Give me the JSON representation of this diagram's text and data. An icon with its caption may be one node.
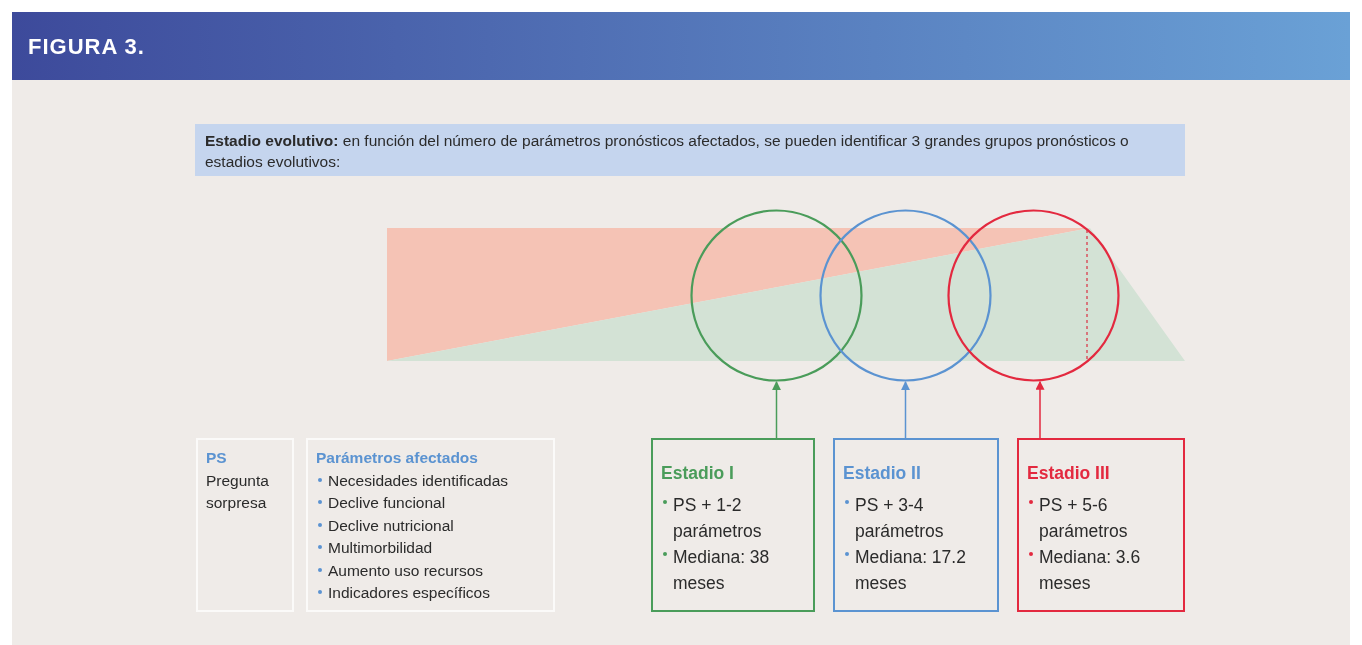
{
  "diagram": {
    "title": "FIGURA 3.",
    "nodes": [
      {
        "text": [
          "**Estadio evolutivo:** en función del número de parámetros pronósticos afectados, se pueden identificar 3 grandes grupos pronósticos o estadios evolutivos:"
        ]
      },
      {
        "text": [],
        "shape": "circle"
      },
      {
        "text": [],
        "shape": "circle"
      },
      {
        "text": [],
        "shape": "circle"
      },
      {
        "text": [
          "Estadio I",
          "PS + 1-2 parámetros",
          "Mediana: 38 meses"
        ]
      },
      {
        "text": [
          "Estadio II",
          "PS + 3-4 parámetros",
          "Mediana: 17.2 meses"
        ]
      },
      {
        "text": [
          "Estadio III",
          "PS + 5-6 parámetros",
          "Mediana: 3.6 meses"
        ]
      },
      {
        "text": [
          "PS",
          "Pregunta sorpresa"
        ]
      },
      {
        "text": [
          "Parámetros afectados",
          "Necesidades identificadas",
          "Declive funcional",
          "Declive nutricional",
          "Multimorbilidad",
          "Aumento uso recursos",
          "Indicadores específicos"
        ]
      }
    ],
    "edges": [
      {
        "from": 4,
        "to": 1,
        "arrow": "to",
        "color": "#4a9c5a"
      },
      {
        "from": 5,
        "to": 2,
        "arrow": "to",
        "color": "#5b93d1"
      },
      {
        "from": 6,
        "to": 3,
        "arrow": "to",
        "color": "#e3293f"
      }
    ]
  }
}
